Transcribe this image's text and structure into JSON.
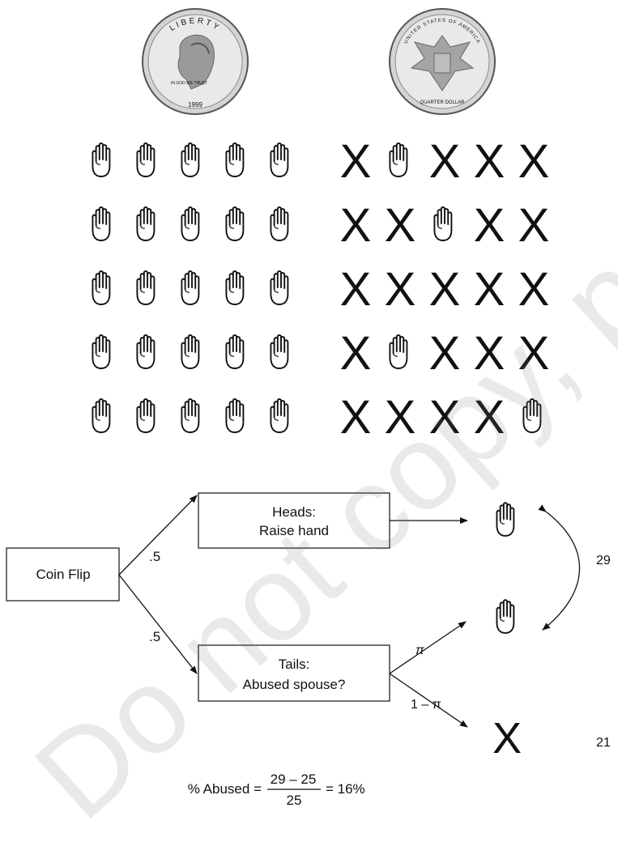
{
  "coins": {
    "heads": {
      "top_text": "LIBERTY",
      "motto": "IN GOD WE TRUST",
      "year": "1999"
    },
    "tails": {
      "top_text": "UNITED STATES OF AMERICA",
      "bottom_text": "QUARTER DOLLAR"
    }
  },
  "grid": {
    "left": [
      [
        "hand",
        "hand",
        "hand",
        "hand",
        "hand"
      ],
      [
        "hand",
        "hand",
        "hand",
        "hand",
        "hand"
      ],
      [
        "hand",
        "hand",
        "hand",
        "hand",
        "hand"
      ],
      [
        "hand",
        "hand",
        "hand",
        "hand",
        "hand"
      ],
      [
        "hand",
        "hand",
        "hand",
        "hand",
        "hand"
      ]
    ],
    "right": [
      [
        "x",
        "hand",
        "x",
        "x",
        "x"
      ],
      [
        "x",
        "x",
        "hand",
        "x",
        "x"
      ],
      [
        "x",
        "x",
        "x",
        "x",
        "x"
      ],
      [
        "x",
        "hand",
        "x",
        "x",
        "x"
      ],
      [
        "x",
        "x",
        "x",
        "x",
        "hand"
      ]
    ]
  },
  "x_glyph": "X",
  "flow": {
    "coin_flip": "Coin Flip",
    "heads_line1": "Heads:",
    "heads_line2": "Raise hand",
    "tails_line1": "Tails:",
    "tails_line2": "Abused spouse?",
    "prob_heads": ".5",
    "prob_tails": ".5",
    "pi": "π",
    "one_minus_pi": "1 – π",
    "count_hands": "29",
    "count_x": "21"
  },
  "formula": {
    "lhs": "% Abused =",
    "numerator": "29 – 25",
    "denominator": "25",
    "rhs": "= 16%"
  },
  "watermark": "Do not copy, post, or distribute",
  "icons": {
    "hand": "raised-hand-icon",
    "x": "x-mark"
  }
}
